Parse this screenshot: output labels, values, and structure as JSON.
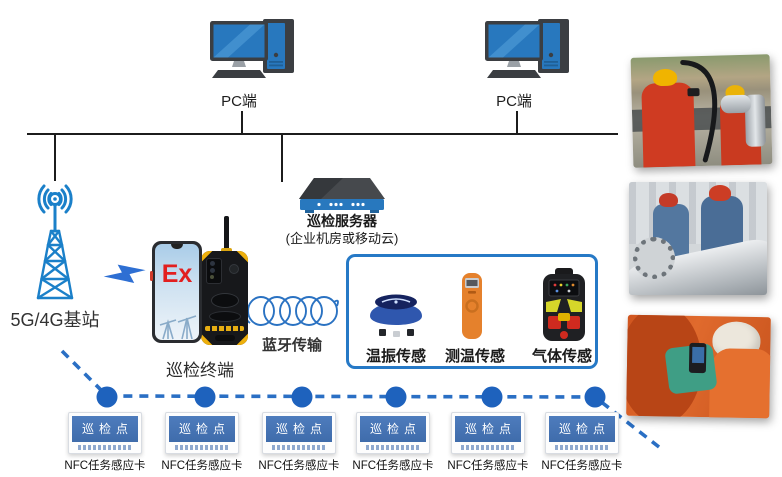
{
  "pc_terminals": [
    {
      "label": "PC端"
    },
    {
      "label": "PC端"
    }
  ],
  "base_station": {
    "label": "5G/4G基站"
  },
  "patrol_terminal": {
    "label": "巡检终端",
    "screen_badge": "Ex"
  },
  "server": {
    "title": "巡检服务器",
    "subtitle": "(企业机房或移动云)"
  },
  "bluetooth": {
    "label": "蓝牙传输"
  },
  "sensor_box": {
    "sensors": [
      {
        "label": "温振传感"
      },
      {
        "label": "测温传感"
      },
      {
        "label": "气体传感"
      }
    ]
  },
  "inspection_points": {
    "card_text": "巡检点",
    "nfc_label": "NFC任务感应卡",
    "count": 6
  },
  "photos": [
    {
      "name": "workers-inspecting-outdoor-pipeline"
    },
    {
      "name": "workers-with-radios-at-steel-pipe"
    },
    {
      "name": "worker-using-handheld-terminal"
    }
  ],
  "colors": {
    "icon_blue": "#1b80c9",
    "wire": "#1c1c1c",
    "dash_blue": "#2a6fc4",
    "dot_blue": "#1e62bd",
    "card_blue": "#4273b4",
    "ex_red": "#e21f1f",
    "box_border": "#2679c6",
    "server_blue": "#2878be",
    "orange": "#e5812c"
  }
}
